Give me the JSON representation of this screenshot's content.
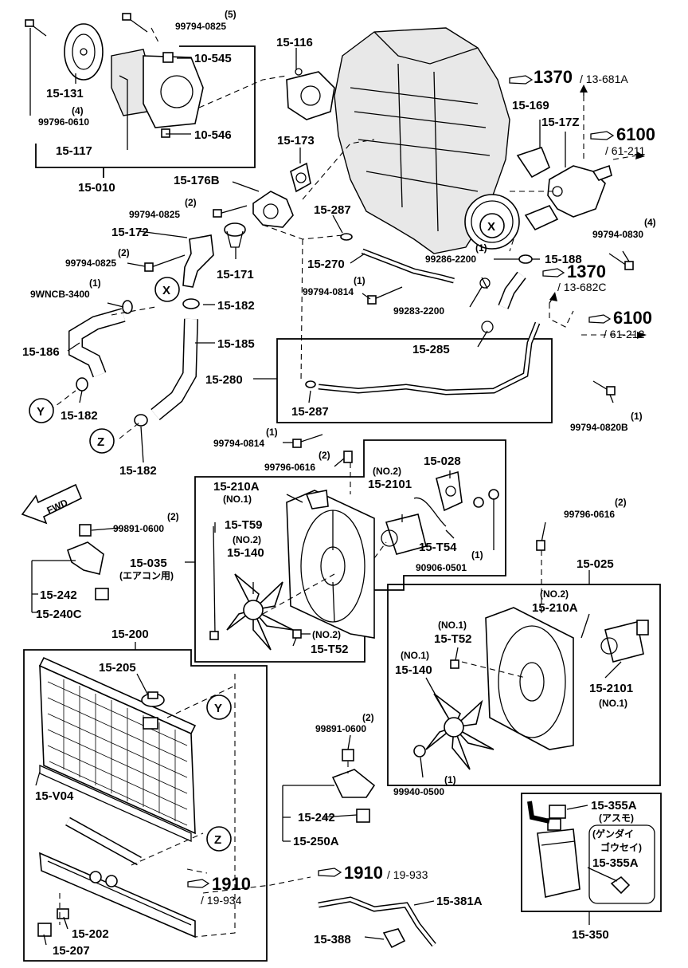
{
  "labels": {
    "l_15131": "15-131",
    "l_99796_0610_q": "(4)",
    "l_99796_0610": "99796-0610",
    "l_99794_0825_top_q": "(5)",
    "l_99794_0825_top": "99794-0825",
    "l_10545": "10-545",
    "l_10546": "10-546",
    "l_15117": "15-117",
    "l_15010": "15-010",
    "l_15116": "15-116",
    "l_15173": "15-173",
    "l_15176b": "15-176B",
    "l_99794_0825_a_q": "(2)",
    "l_99794_0825_a": "99794-0825",
    "l_15172": "15-172",
    "l_99794_0825_b_q": "(2)",
    "l_99794_0825_b": "99794-0825",
    "l_15171": "15-171",
    "l_15287_a": "15-287",
    "l_15270": "15-270",
    "l_99286_q": "(1)",
    "l_99286": "99286-2200",
    "l_15188": "15-188",
    "l_99794_0814_a_q": "(1)",
    "l_99794_0814_a": "99794-0814",
    "l_99283": "99283-2200",
    "l_9wncb_q": "(1)",
    "l_9wncb": "9WNCB-3400",
    "l_x1": "X",
    "l_15182_a": "15-182",
    "l_15186": "15-186",
    "l_15185": "15-185",
    "l_y1": "Y",
    "l_15182_b": "15-182",
    "l_15280": "15-280",
    "l_15285": "15-285",
    "l_15287_b": "15-287",
    "l_z1": "Z",
    "l_15182_c": "15-182",
    "l_99794_0814_b_q": "(1)",
    "l_99794_0814_b": "99794-0814",
    "l_15169": "15-169",
    "l_15172z": "15-17Z",
    "l_ref1370a": "1370",
    "l_ref1370a_sub": "/ 13-681A",
    "l_ref6100a": "6100",
    "l_ref6100a_sub": "/ 61-211",
    "l_99794_0830_q": "(4)",
    "l_99794_0830": "99794-0830",
    "l_ref1370b": "1370",
    "l_ref1370b_sub": "/ 13-682C",
    "l_ref6100b": "6100",
    "l_ref6100b_sub": "/ 61-212",
    "l_99794_0820b_q": "(1)",
    "l_99794_0820b": "99794-0820B",
    "l_x2": "X",
    "l_99796_0616_a_q": "(2)",
    "l_99796_0616_a": "99796-0616",
    "l_15028": "15-028",
    "l_15210a_1": "15-210A",
    "l_no1_a": "(NO.1)",
    "l_no2_a": "(NO.2)",
    "l_15_2101_a": "15-2101",
    "l_15t59": "15-T59",
    "l_no2_b": "(NO.2)",
    "l_15140_a": "15-140",
    "l_15t54": "15-T54",
    "l_90906_q": "(1)",
    "l_90906": "90906-0501",
    "l_15035": "15-035",
    "l_aircon": "(エアコン用)",
    "l_no2_c": "(NO.2)",
    "l_15t52_a": "15-T52",
    "l_99891_0600_a_q": "(2)",
    "l_99891_0600_a": "99891-0600",
    "l_15242_a": "15-242",
    "l_15240c": "15-240C",
    "l_99796_0616_b_q": "(2)",
    "l_99796_0616_b": "99796-0616",
    "l_15025": "15-025",
    "l_no2_d": "(NO.2)",
    "l_15210a_2": "15-210A",
    "l_no1_b": "(NO.1)",
    "l_15t52_b": "15-T52",
    "l_no1_c": "(NO.1)",
    "l_15140_b": "15-140",
    "l_15_2101_b": "15-2101",
    "l_no1_d": "(NO.1)",
    "l_99940_q": "(1)",
    "l_99940": "99940-0500",
    "l_15200": "15-200",
    "l_15205": "15-205",
    "l_y2": "Y",
    "l_99891_0600_b_q": "(2)",
    "l_99891_0600_b": "99891-0600",
    "l_15v04": "15-V04",
    "l_15242_b": "15-242",
    "l_15250a": "15-250A",
    "l_z2": "Z",
    "l_ref1910a": "1910",
    "l_ref1910a_sub": "/ 19-934",
    "l_ref1910b": "1910",
    "l_ref1910b_sub": "/ 19-933",
    "l_15202": "15-202",
    "l_15207": "15-207",
    "l_15381a": "15-381A",
    "l_15388": "15-388",
    "l_15355a_1": "15-355A",
    "l_asumo": "(アスモ)",
    "l_gendai": "(ゲンダイ",
    "l_gousei": "ゴウセイ)",
    "l_15355a_2": "15-355A",
    "l_15350": "15-350",
    "l_fwd": "FWD"
  }
}
